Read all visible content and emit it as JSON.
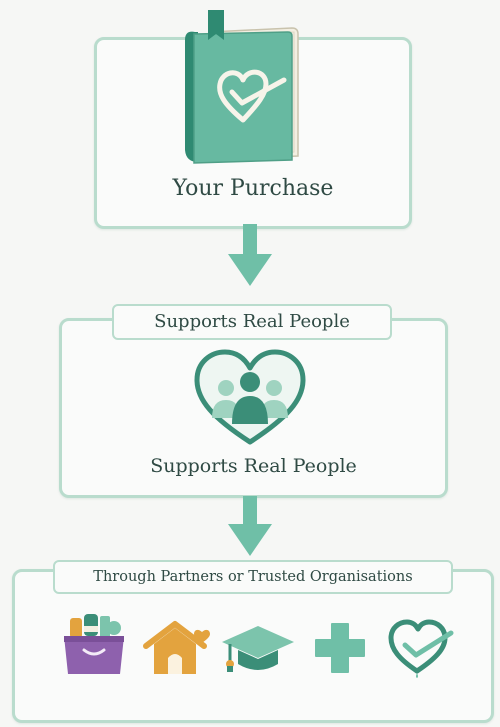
{
  "steps": [
    {
      "title": "Your Purchase"
    },
    {
      "label": "Supports Real People",
      "title": "Supports Real People"
    },
    {
      "label": "Through Partners or Trusted Organisations"
    }
  ],
  "icons": {
    "step1": "book-heart-icon",
    "step2": "people-heart-icon",
    "step3": [
      "grocery-bag-icon",
      "house-heart-icon",
      "graduation-cap-icon",
      "medical-cross-icon",
      "heart-check-icon"
    ]
  },
  "colors": {
    "accent": "#6fbfa7",
    "dark_teal": "#3b8e78",
    "border": "#b9dccd",
    "text": "#2f4a44",
    "purple": "#8e61ad",
    "gold": "#e3a33e"
  }
}
